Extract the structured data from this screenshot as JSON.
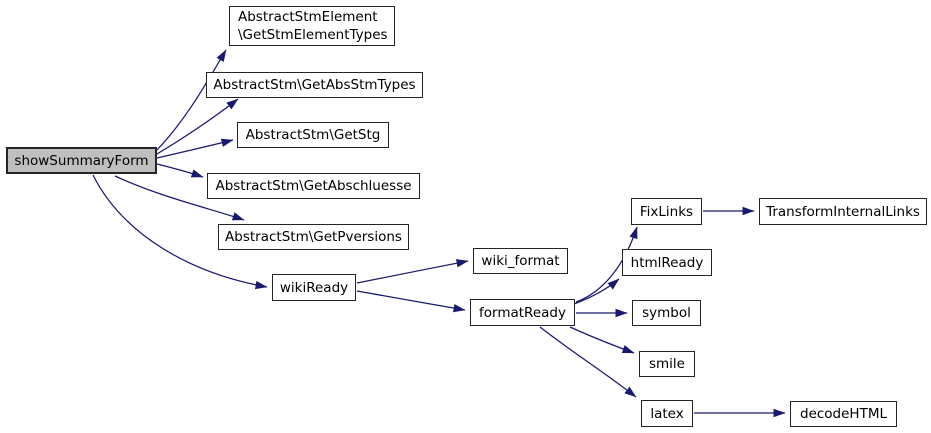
{
  "diagram": {
    "type": "call-graph",
    "root_function": "showSummaryForm",
    "colors": {
      "edge": "#191970",
      "node_border": "#242424",
      "node_fill": "#ffffff",
      "root_fill": "#bfbfbf",
      "text": "#000000",
      "background": "#ffffff"
    },
    "nodes": [
      {
        "id": "showSummaryForm",
        "lines": [
          "showSummaryForm"
        ],
        "root": true
      },
      {
        "id": "stmElementTypes",
        "lines": [
          "AbstractStmElement",
          "\\GetStmElementTypes"
        ]
      },
      {
        "id": "absStmTypes",
        "lines": [
          "AbstractStm\\GetAbsStmTypes"
        ]
      },
      {
        "id": "getStg",
        "lines": [
          "AbstractStm\\GetStg"
        ]
      },
      {
        "id": "getAbschluesse",
        "lines": [
          "AbstractStm\\GetAbschluesse"
        ]
      },
      {
        "id": "getPversions",
        "lines": [
          "AbstractStm\\GetPversions"
        ]
      },
      {
        "id": "wikiReady",
        "lines": [
          "wikiReady"
        ]
      },
      {
        "id": "wiki_format",
        "lines": [
          "wiki_format"
        ]
      },
      {
        "id": "formatReady",
        "lines": [
          "formatReady"
        ]
      },
      {
        "id": "fixLinks",
        "lines": [
          "FixLinks"
        ]
      },
      {
        "id": "transformInternalLinks",
        "lines": [
          "TransformInternalLinks"
        ]
      },
      {
        "id": "htmlReady",
        "lines": [
          "htmlReady"
        ]
      },
      {
        "id": "symbol",
        "lines": [
          "symbol"
        ]
      },
      {
        "id": "smile",
        "lines": [
          "smile"
        ]
      },
      {
        "id": "latex",
        "lines": [
          "latex"
        ]
      },
      {
        "id": "decodeHTML",
        "lines": [
          "decodeHTML"
        ]
      }
    ],
    "edges": [
      {
        "from": "showSummaryForm",
        "to": "stmElementTypes"
      },
      {
        "from": "showSummaryForm",
        "to": "absStmTypes"
      },
      {
        "from": "showSummaryForm",
        "to": "getStg"
      },
      {
        "from": "showSummaryForm",
        "to": "getAbschluesse"
      },
      {
        "from": "showSummaryForm",
        "to": "getPversions"
      },
      {
        "from": "showSummaryForm",
        "to": "wikiReady"
      },
      {
        "from": "wikiReady",
        "to": "wiki_format"
      },
      {
        "from": "wikiReady",
        "to": "formatReady"
      },
      {
        "from": "formatReady",
        "to": "fixLinks"
      },
      {
        "from": "formatReady",
        "to": "htmlReady"
      },
      {
        "from": "formatReady",
        "to": "symbol"
      },
      {
        "from": "formatReady",
        "to": "smile"
      },
      {
        "from": "formatReady",
        "to": "latex"
      },
      {
        "from": "fixLinks",
        "to": "transformInternalLinks"
      },
      {
        "from": "latex",
        "to": "decodeHTML"
      }
    ]
  }
}
